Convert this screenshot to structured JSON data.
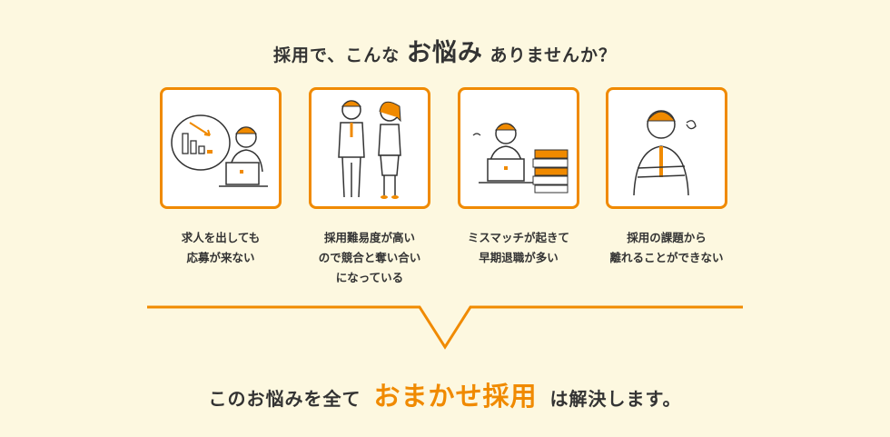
{
  "headline": {
    "prefix": "採用で、こんな",
    "emphasis": "お悩み",
    "suffix": "ありませんか？"
  },
  "problems": [
    {
      "icon": "declining-chart-worker-icon",
      "lines": [
        "求人を出しても",
        "応募が来ない"
      ]
    },
    {
      "icon": "bowing-candidates-icon",
      "lines": [
        "採用難易度が高い",
        "ので競合と奪い合い",
        "になっている"
      ]
    },
    {
      "icon": "overworked-worker-icon",
      "lines": [
        "ミスマッチが起きて",
        "早期退職が多い"
      ]
    },
    {
      "icon": "worried-manager-icon",
      "lines": [
        "採用の課題から",
        "離れることができない"
      ]
    }
  ],
  "conclusion": {
    "prefix": "このお悩みを全て",
    "brand": "おまかせ採用",
    "suffix": "は解決します。"
  },
  "colors": {
    "accent": "#f08a00",
    "background": "#fdf8e0",
    "text": "#333333"
  }
}
